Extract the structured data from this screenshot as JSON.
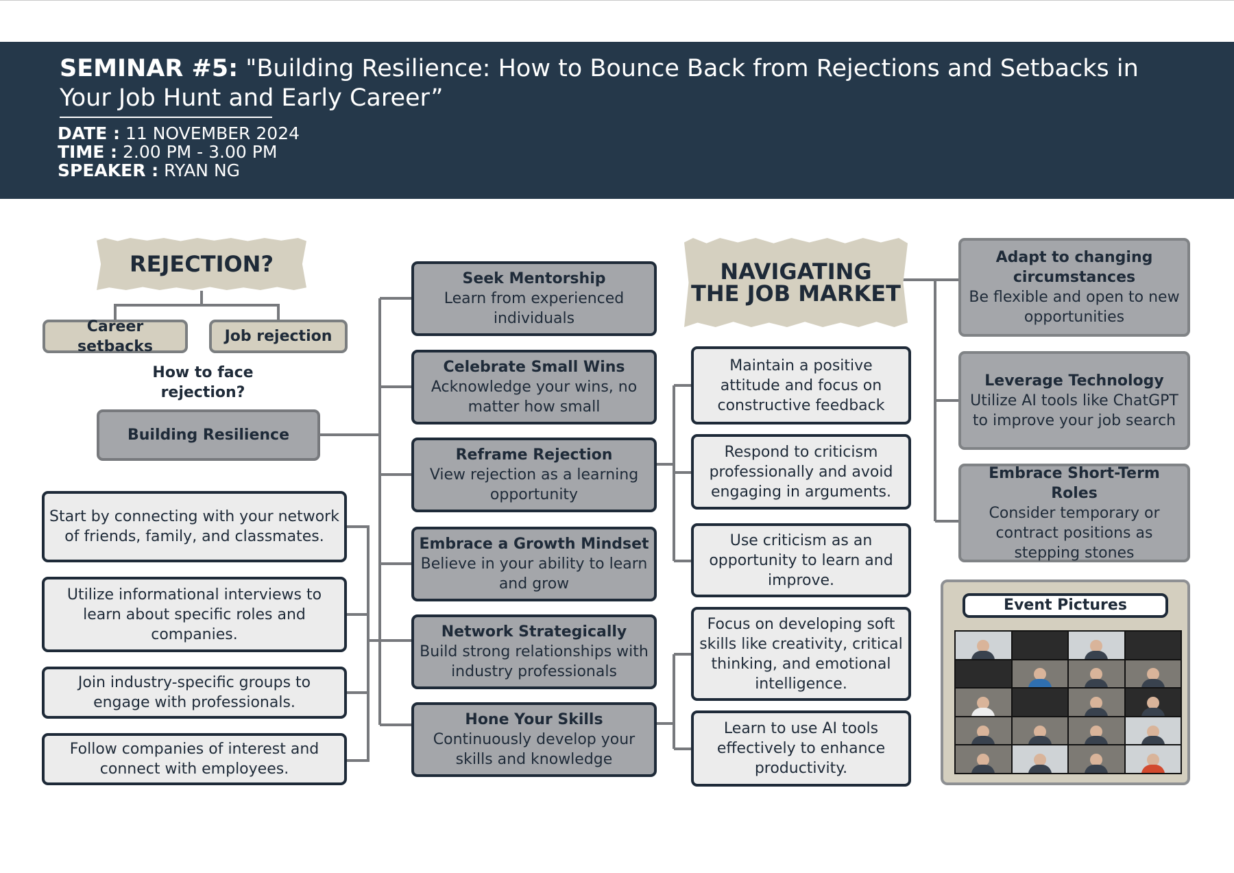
{
  "header": {
    "seminar_label": "SEMINAR #5:",
    "seminar_title": " \"Building Resilience: How to Bounce Back from Rejections and Setbacks in Your Job Hunt and Early Career”",
    "date_label": "DATE :",
    "date_value": " 11 NOVEMBER 2024",
    "time_label": "TIME :",
    "time_value": "  2.00 PM - 3.00 PM",
    "speaker_label": "SPEAKER :",
    "speaker_value": " RYAN NG"
  },
  "rejection": {
    "title": "REJECTION?",
    "setbacks": "Career setbacks",
    "job_rejection": "Job rejection",
    "question": "How to face rejection?",
    "resilience": "Building Resilience"
  },
  "network_tips": [
    "Start by connecting with your network of friends, family, and classmates.",
    "Utilize informational interviews to learn about specific roles and companies.",
    "Join industry-specific groups to engage with professionals.",
    "Follow companies of interest and connect with employees."
  ],
  "strategies": [
    {
      "title": "Seek Mentorship",
      "desc": "Learn from experienced individuals"
    },
    {
      "title": "Celebrate Small Wins",
      "desc": "Acknowledge your wins, no matter how small"
    },
    {
      "title": "Reframe Rejection",
      "desc": "View rejection as a learning opportunity"
    },
    {
      "title": "Embrace a Growth Mindset",
      "desc": "Believe in your ability to learn and grow"
    },
    {
      "title": "Network Strategically",
      "desc": "Build strong relationships with industry professionals"
    },
    {
      "title": "Hone Your Skills",
      "desc": "Continuously develop your skills and knowledge"
    }
  ],
  "navigating": {
    "title_line1": "NAVIGATING",
    "title_line2": "THE JOB MARKET"
  },
  "criticism_tips": [
    "Maintain a positive attitude and focus on constructive feedback",
    "Respond to criticism professionally and avoid engaging in arguments.",
    "Use criticism as an opportunity to learn and improve."
  ],
  "skill_tips": [
    "Focus on developing soft skills like creativity, critical thinking, and emotional intelligence.",
    "Learn to use AI tools effectively to enhance productivity."
  ],
  "market_tips": [
    {
      "title": "Adapt to changing circumstances",
      "desc": "Be flexible and open to new opportunities"
    },
    {
      "title": "Leverage Technology",
      "desc": "Utilize AI tools like ChatGPT to improve your job search"
    },
    {
      "title": "Embrace Short-Term Roles",
      "desc": "Consider temporary or contract positions as stepping stones"
    }
  ],
  "event_pictures_label": "Event Pictures",
  "colors": {
    "banner": "#25384a",
    "dark_box": "#a4a6aa",
    "light_box": "#ececec",
    "tape": "#d5d0c0",
    "outline": "#1e2a38"
  }
}
